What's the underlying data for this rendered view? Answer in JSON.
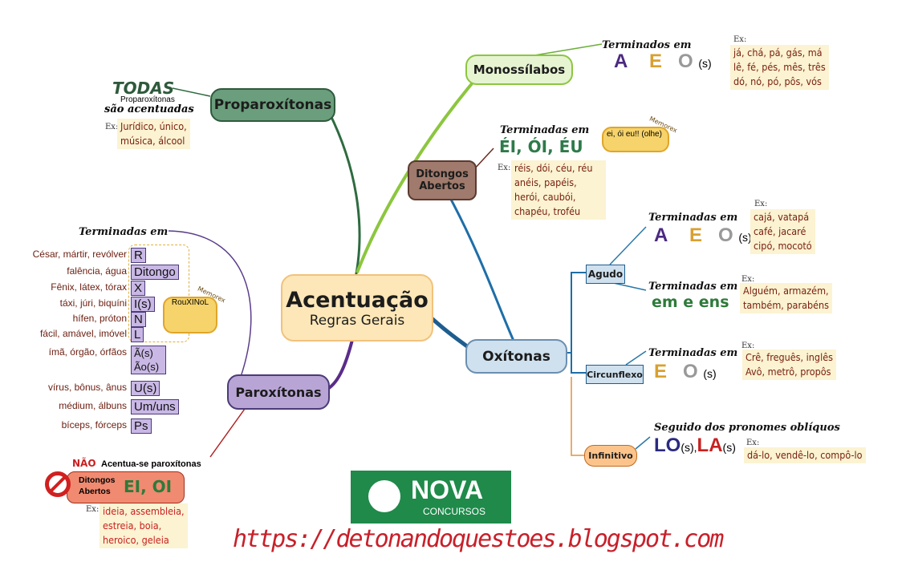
{
  "center": {
    "title": "Acentuação",
    "subtitle": "Regras Gerais"
  },
  "proparoxitonas": {
    "label": "Proparoxítonas",
    "todas": "TODAS",
    "line1": "Proparoxítonas",
    "line2": "são acentuadas",
    "ex_label": "Ex:",
    "examples": [
      "Jurídico, único,",
      "música, álcool"
    ]
  },
  "monossilabos": {
    "label": "Monossílabos",
    "terminados": "Terminados em",
    "endings": [
      "A",
      "E",
      "O",
      "(s)"
    ],
    "ex_label": "Ex:",
    "examples": [
      "já, chá, pá, gás, má",
      "lê, fé, pés, mês, três",
      "dó, nó, pó, pôs, vós"
    ]
  },
  "ditongos": {
    "label1": "Ditongos",
    "label2": "Abertos",
    "terminadas": "Terminadas em",
    "endings": "ÉI, ÓI, ÉU",
    "memo": "ei, ói eu!! (olhe)",
    "memo_tag": "Memorex",
    "ex_label": "Ex:",
    "examples": [
      "réis, dói, céu, réu",
      "anéis, papéis,",
      "herói, caubói,",
      "chapéu, troféu"
    ]
  },
  "oxitonas": {
    "label": "Oxítonas",
    "agudo": {
      "label": "Agudo",
      "t1": "Terminadas em",
      "endings1": [
        "A",
        "E",
        "O",
        "(s)"
      ],
      "ex1": [
        "cajá, vatapá",
        "café, jacaré",
        "cipó, mocotó"
      ],
      "t2": "Terminadas em",
      "endings2": "em e ens",
      "ex2": [
        "Alguém, armazém,",
        "também, parabéns"
      ]
    },
    "circunflexo": {
      "label": "Circunflexo",
      "t": "Terminadas em",
      "endings": [
        "E",
        "O",
        "(s)"
      ],
      "ex": [
        "Crê, freguês, inglês",
        "Avô, metrô, propôs"
      ]
    },
    "infinitivo": {
      "label": "Infinitivo",
      "t": "Seguido dos pronomes oblíquos",
      "endings": [
        "LO",
        "(s),",
        "LA",
        "(s)"
      ],
      "ex": [
        "dá-lo, vendê-lo, compô-lo"
      ]
    },
    "ex_label": "Ex:"
  },
  "paroxitonas": {
    "label": "Paroxítonas",
    "terminadas": "Terminadas em",
    "rows": [
      {
        "ex": "César, mártir, revólver",
        "tag": "R"
      },
      {
        "ex": "falência, água",
        "tag": "Ditongo"
      },
      {
        "ex": "Fênix, látex, tórax",
        "tag": "X"
      },
      {
        "ex": "táxi, júri, biquíni",
        "tag": "I(s)"
      },
      {
        "ex": "hífen, próton",
        "tag": "N"
      },
      {
        "ex": "fácil, amável, imóvel",
        "tag": "L"
      },
      {
        "ex": "ímã, órgão, órfãos",
        "tag": "Ã(s) Ão(s)"
      },
      {
        "ex": "vírus, bônus, ânus",
        "tag": "U(s)"
      },
      {
        "ex": "médium, álbuns",
        "tag": "Um/uns"
      },
      {
        "ex": "bíceps, fórceps",
        "tag": "Ps"
      }
    ],
    "memo": "RouXINoL",
    "memo_tag": "Memorex",
    "nao": "NÃO",
    "nao_text": "Acentua-se paroxítonas",
    "nao_box1": "Ditongos",
    "nao_box2": "Abertos",
    "nao_endings": "EI, OI",
    "ex_label": "Ex:",
    "nao_examples": [
      "ideia, assembleia,",
      "estreia, boia,",
      "heroico, geleia"
    ]
  },
  "logo": {
    "name": "NOVA",
    "sub": "CONCURSOS"
  },
  "url": "https://detonandoquestoes.blogspot.com",
  "colors": {
    "green": "#1f8a4a",
    "url_red": "#c8202a",
    "ex_bg": "#fbf3d2"
  }
}
